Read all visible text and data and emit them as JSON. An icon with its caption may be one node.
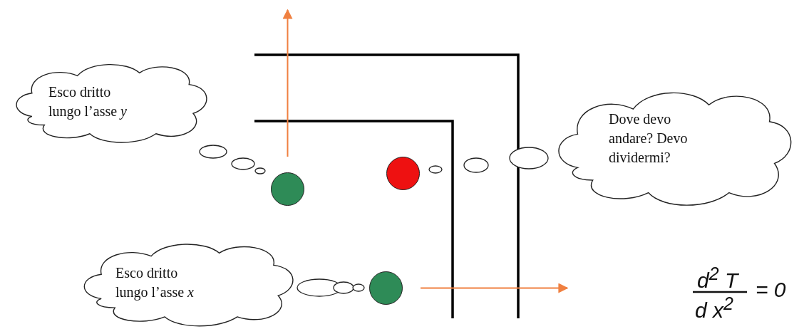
{
  "diagram": {
    "nodes": [
      {
        "text": [
          "Esco dritto lungo l’asse *y*"
        ]
      },
      {
        "text": [],
        "shape": "circle"
      },
      {
        "text": [],
        "shape": "circle"
      },
      {
        "text": [
          "Dove devo andare? Devo dividermi?"
        ]
      },
      {
        "text": [
          "Esco dritto lungo l’asse *x*"
        ]
      },
      {
        "text": [],
        "shape": "circle"
      }
    ],
    "edges": [
      {
        "from": 1,
        "to": null,
        "arrow": "to"
      },
      {
        "from": 5,
        "to": null,
        "arrow": "to"
      }
    ],
    "labels": [
      "d$^{2}$ T",
      "d x$^{2}$",
      "= 0"
    ]
  }
}
